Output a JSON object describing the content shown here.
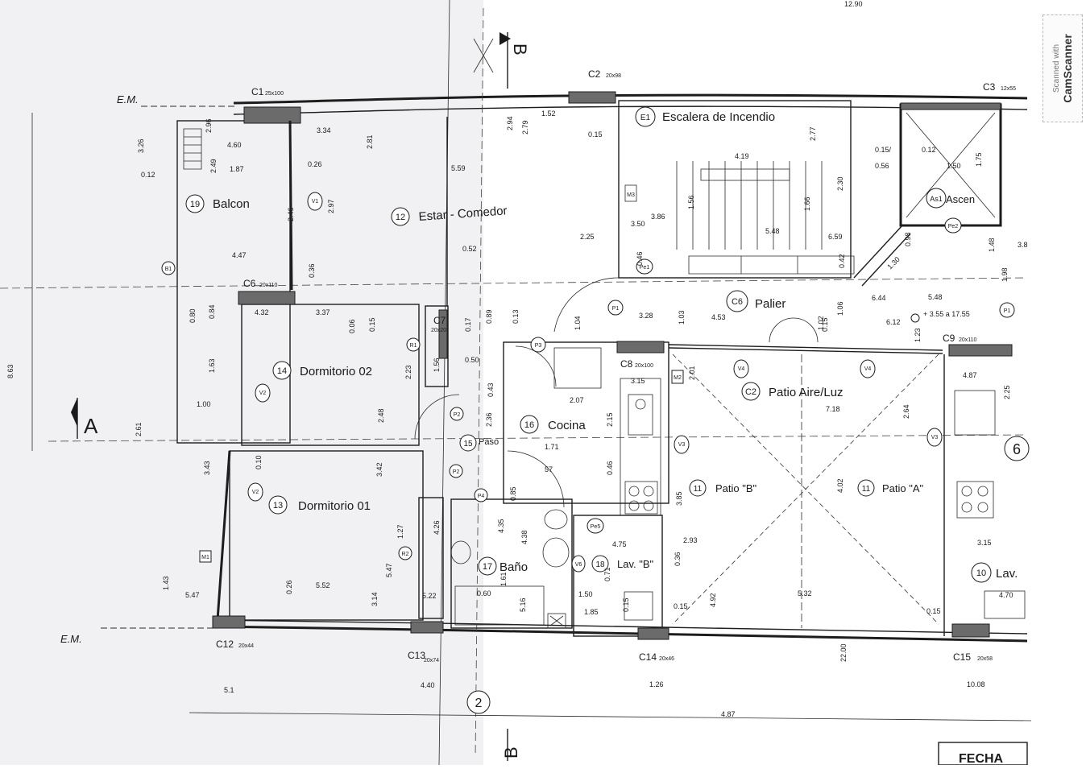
{
  "rooms": {
    "balcon": {
      "num": "19",
      "name": "Balcon"
    },
    "estar": {
      "num": "12",
      "name": "Estar - Comedor"
    },
    "escalera": {
      "num": "E1",
      "name": "Escalera de Incendio"
    },
    "ascensor": {
      "num": "As1",
      "name": "Ascen"
    },
    "palier": {
      "num": "C6",
      "name": "Palier"
    },
    "dorm02": {
      "num": "14",
      "name": "Dormitorio 02"
    },
    "dorm01": {
      "num": "13",
      "name": "Dormitorio 01"
    },
    "paso": {
      "num": "15",
      "name": "Paso"
    },
    "cocina": {
      "num": "16",
      "name": "Cocina"
    },
    "patio_aire": {
      "num": "C2",
      "name": "Patio Aire/Luz"
    },
    "patio_b": {
      "num": "11",
      "name": "Patio \"B\""
    },
    "patio_a": {
      "num": "11",
      "name": "Patio \"A\""
    },
    "bano": {
      "num": "17",
      "name": "Baño"
    },
    "lav_b": {
      "num": "18",
      "name": "Lav. \"B\""
    },
    "lav": {
      "num": "10",
      "name": "Lav."
    },
    "unit6": {
      "num": "6"
    }
  },
  "columns": {
    "c1": {
      "id": "C1",
      "size": "25x100"
    },
    "c2": {
      "id": "C2",
      "size": "20x98"
    },
    "c3": {
      "id": "C3",
      "size": "12x55"
    },
    "c6": {
      "id": "C6",
      "size": "20x110"
    },
    "c7": {
      "id": "C7",
      "size": "20x20"
    },
    "c8": {
      "id": "C8",
      "size": "20x100"
    },
    "c9": {
      "id": "C9",
      "size": "20x110"
    },
    "c12": {
      "id": "C12",
      "size": "20x44"
    },
    "c13": {
      "id": "C13",
      "size": "20x74"
    },
    "c14": {
      "id": "C14",
      "size": "20x46"
    },
    "c15": {
      "id": "C15",
      "size": "20x58"
    }
  },
  "tags": {
    "b1": "B1",
    "m1": "M1",
    "m2": "M2",
    "m3": "M3",
    "v1": "V1",
    "v2a": "V2",
    "v2b": "V2",
    "v3a": "V3",
    "v3b": "V3",
    "v4a": "V4",
    "v4b": "V4",
    "v6": "V6",
    "p1a": "P1",
    "p1b": "P1",
    "p2a": "P2",
    "p2b": "P2",
    "p3": "P3",
    "p4": "P4",
    "r1": "R1",
    "r2": "R2",
    "pe1": "Pe1",
    "pe2": "Pe2",
    "pe5": "Pe5"
  },
  "axes": {
    "a": "A",
    "b_top": "B",
    "b_bottom": "B",
    "two": "2",
    "em_top": "E.M.",
    "em_bottom": "E.M."
  },
  "level": "+ 3.55 a 17.55",
  "dims": [
    "12.90",
    "3.26",
    "2.96",
    "2.49",
    "4.60",
    "1.87",
    "3.34",
    "0.12",
    "0.26",
    "2.81",
    "2.94",
    "2.79",
    "1.52",
    "0.15",
    "2.97",
    "2.46",
    "5.59",
    "4.47",
    "0.36",
    "0.52",
    "2.25",
    "3.50",
    "3.86",
    "1.56",
    "4.19",
    "1.66",
    "2.30",
    "2.77",
    "5.48",
    "6.59",
    "0.46",
    "0.42",
    "1.30",
    "0.98",
    "0.15/",
    "0.56",
    "0.12",
    "1.50",
    "1.75",
    "1.48",
    "1.98",
    "3.8",
    "0.80",
    "0.84",
    "4.32",
    "3.37",
    "0.06",
    "0.15",
    "0.17",
    "0.89",
    "0.13",
    "1.04",
    "3.28",
    "1.03",
    "4.53",
    "1.02",
    "0.15",
    "1.06",
    "5.48",
    "6.44",
    "6.12",
    "1.23",
    "1.63",
    "1.56",
    "0.50",
    "2.23",
    "3.15",
    "2.01",
    "2.07",
    "0.43",
    "4.87",
    "2.25",
    "1.00",
    "2.61",
    "2.48",
    "2.36",
    "2.15",
    "7.18",
    "2.64",
    "8.63",
    "3.43",
    "0.10",
    "3.42",
    "1.71",
    "57",
    "0.46",
    "4.26",
    "0.85",
    "3.85",
    "4.02",
    "4.35",
    "4.38",
    "1.27",
    "2.93",
    "3.15",
    "4.75",
    "1.43",
    "5.47",
    "0.26",
    "5.52",
    "3.14",
    "5.47",
    "5.22",
    "0.60",
    "1.61",
    "5.16",
    "0.71",
    "1.50",
    "0.36",
    "4.92",
    "5.32",
    "4.70",
    "1.85",
    "0.15",
    "0.15",
    "0.15",
    "5.1",
    "4.40",
    "1.26",
    "10.08",
    "4.87",
    "22.00",
    "0.15"
  ],
  "title_block": "FECHA",
  "scan_badge": {
    "with": "Scanned with",
    "brand": "CamScanner"
  }
}
